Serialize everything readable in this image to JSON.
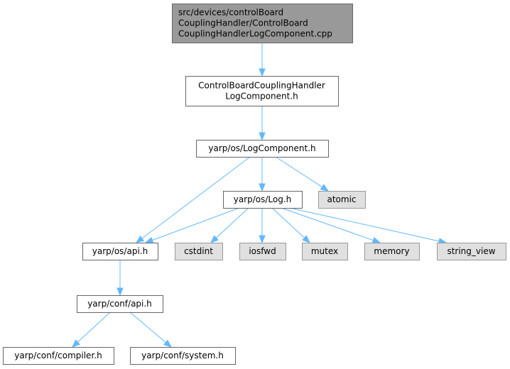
{
  "graph": {
    "edge_color": "#63b8ff",
    "nodes": {
      "root": {
        "lines": [
          "src/devices/controlBoard",
          "CouplingHandler/ControlBoard",
          "CouplingHandlerLogComponent.cpp"
        ],
        "fill": "#999999",
        "stroke": "#666666"
      },
      "cbch_log_h": {
        "lines": [
          "ControlBoardCouplingHandler",
          "LogComponent.h"
        ],
        "fill": "#ffffff",
        "stroke": "#666666"
      },
      "logcomponent_h": {
        "lines": [
          "yarp/os/LogComponent.h"
        ],
        "fill": "#ffffff",
        "stroke": "#666666"
      },
      "log_h": {
        "lines": [
          "yarp/os/Log.h"
        ],
        "fill": "#ffffff",
        "stroke": "#666666"
      },
      "atomic": {
        "lines": [
          "atomic"
        ],
        "fill": "#e0e0e0",
        "stroke": "#999999"
      },
      "os_api_h": {
        "lines": [
          "yarp/os/api.h"
        ],
        "fill": "#ffffff",
        "stroke": "#666666"
      },
      "cstdint": {
        "lines": [
          "cstdint"
        ],
        "fill": "#e0e0e0",
        "stroke": "#999999"
      },
      "iosfwd": {
        "lines": [
          "iosfwd"
        ],
        "fill": "#e0e0e0",
        "stroke": "#999999"
      },
      "mutex": {
        "lines": [
          "mutex"
        ],
        "fill": "#e0e0e0",
        "stroke": "#999999"
      },
      "memory": {
        "lines": [
          "memory"
        ],
        "fill": "#e0e0e0",
        "stroke": "#999999"
      },
      "string_view": {
        "lines": [
          "string_view"
        ],
        "fill": "#e0e0e0",
        "stroke": "#999999"
      },
      "conf_api_h": {
        "lines": [
          "yarp/conf/api.h"
        ],
        "fill": "#ffffff",
        "stroke": "#666666"
      },
      "compiler_h": {
        "lines": [
          "yarp/conf/compiler.h"
        ],
        "fill": "#ffffff",
        "stroke": "#666666"
      },
      "system_h": {
        "lines": [
          "yarp/conf/system.h"
        ],
        "fill": "#ffffff",
        "stroke": "#666666"
      }
    },
    "edges": [
      [
        "root",
        "cbch_log_h"
      ],
      [
        "cbch_log_h",
        "logcomponent_h"
      ],
      [
        "logcomponent_h",
        "log_h"
      ],
      [
        "logcomponent_h",
        "atomic"
      ],
      [
        "logcomponent_h",
        "os_api_h"
      ],
      [
        "log_h",
        "os_api_h"
      ],
      [
        "log_h",
        "cstdint"
      ],
      [
        "log_h",
        "iosfwd"
      ],
      [
        "log_h",
        "mutex"
      ],
      [
        "log_h",
        "memory"
      ],
      [
        "log_h",
        "string_view"
      ],
      [
        "os_api_h",
        "conf_api_h"
      ],
      [
        "conf_api_h",
        "compiler_h"
      ],
      [
        "conf_api_h",
        "system_h"
      ]
    ]
  }
}
